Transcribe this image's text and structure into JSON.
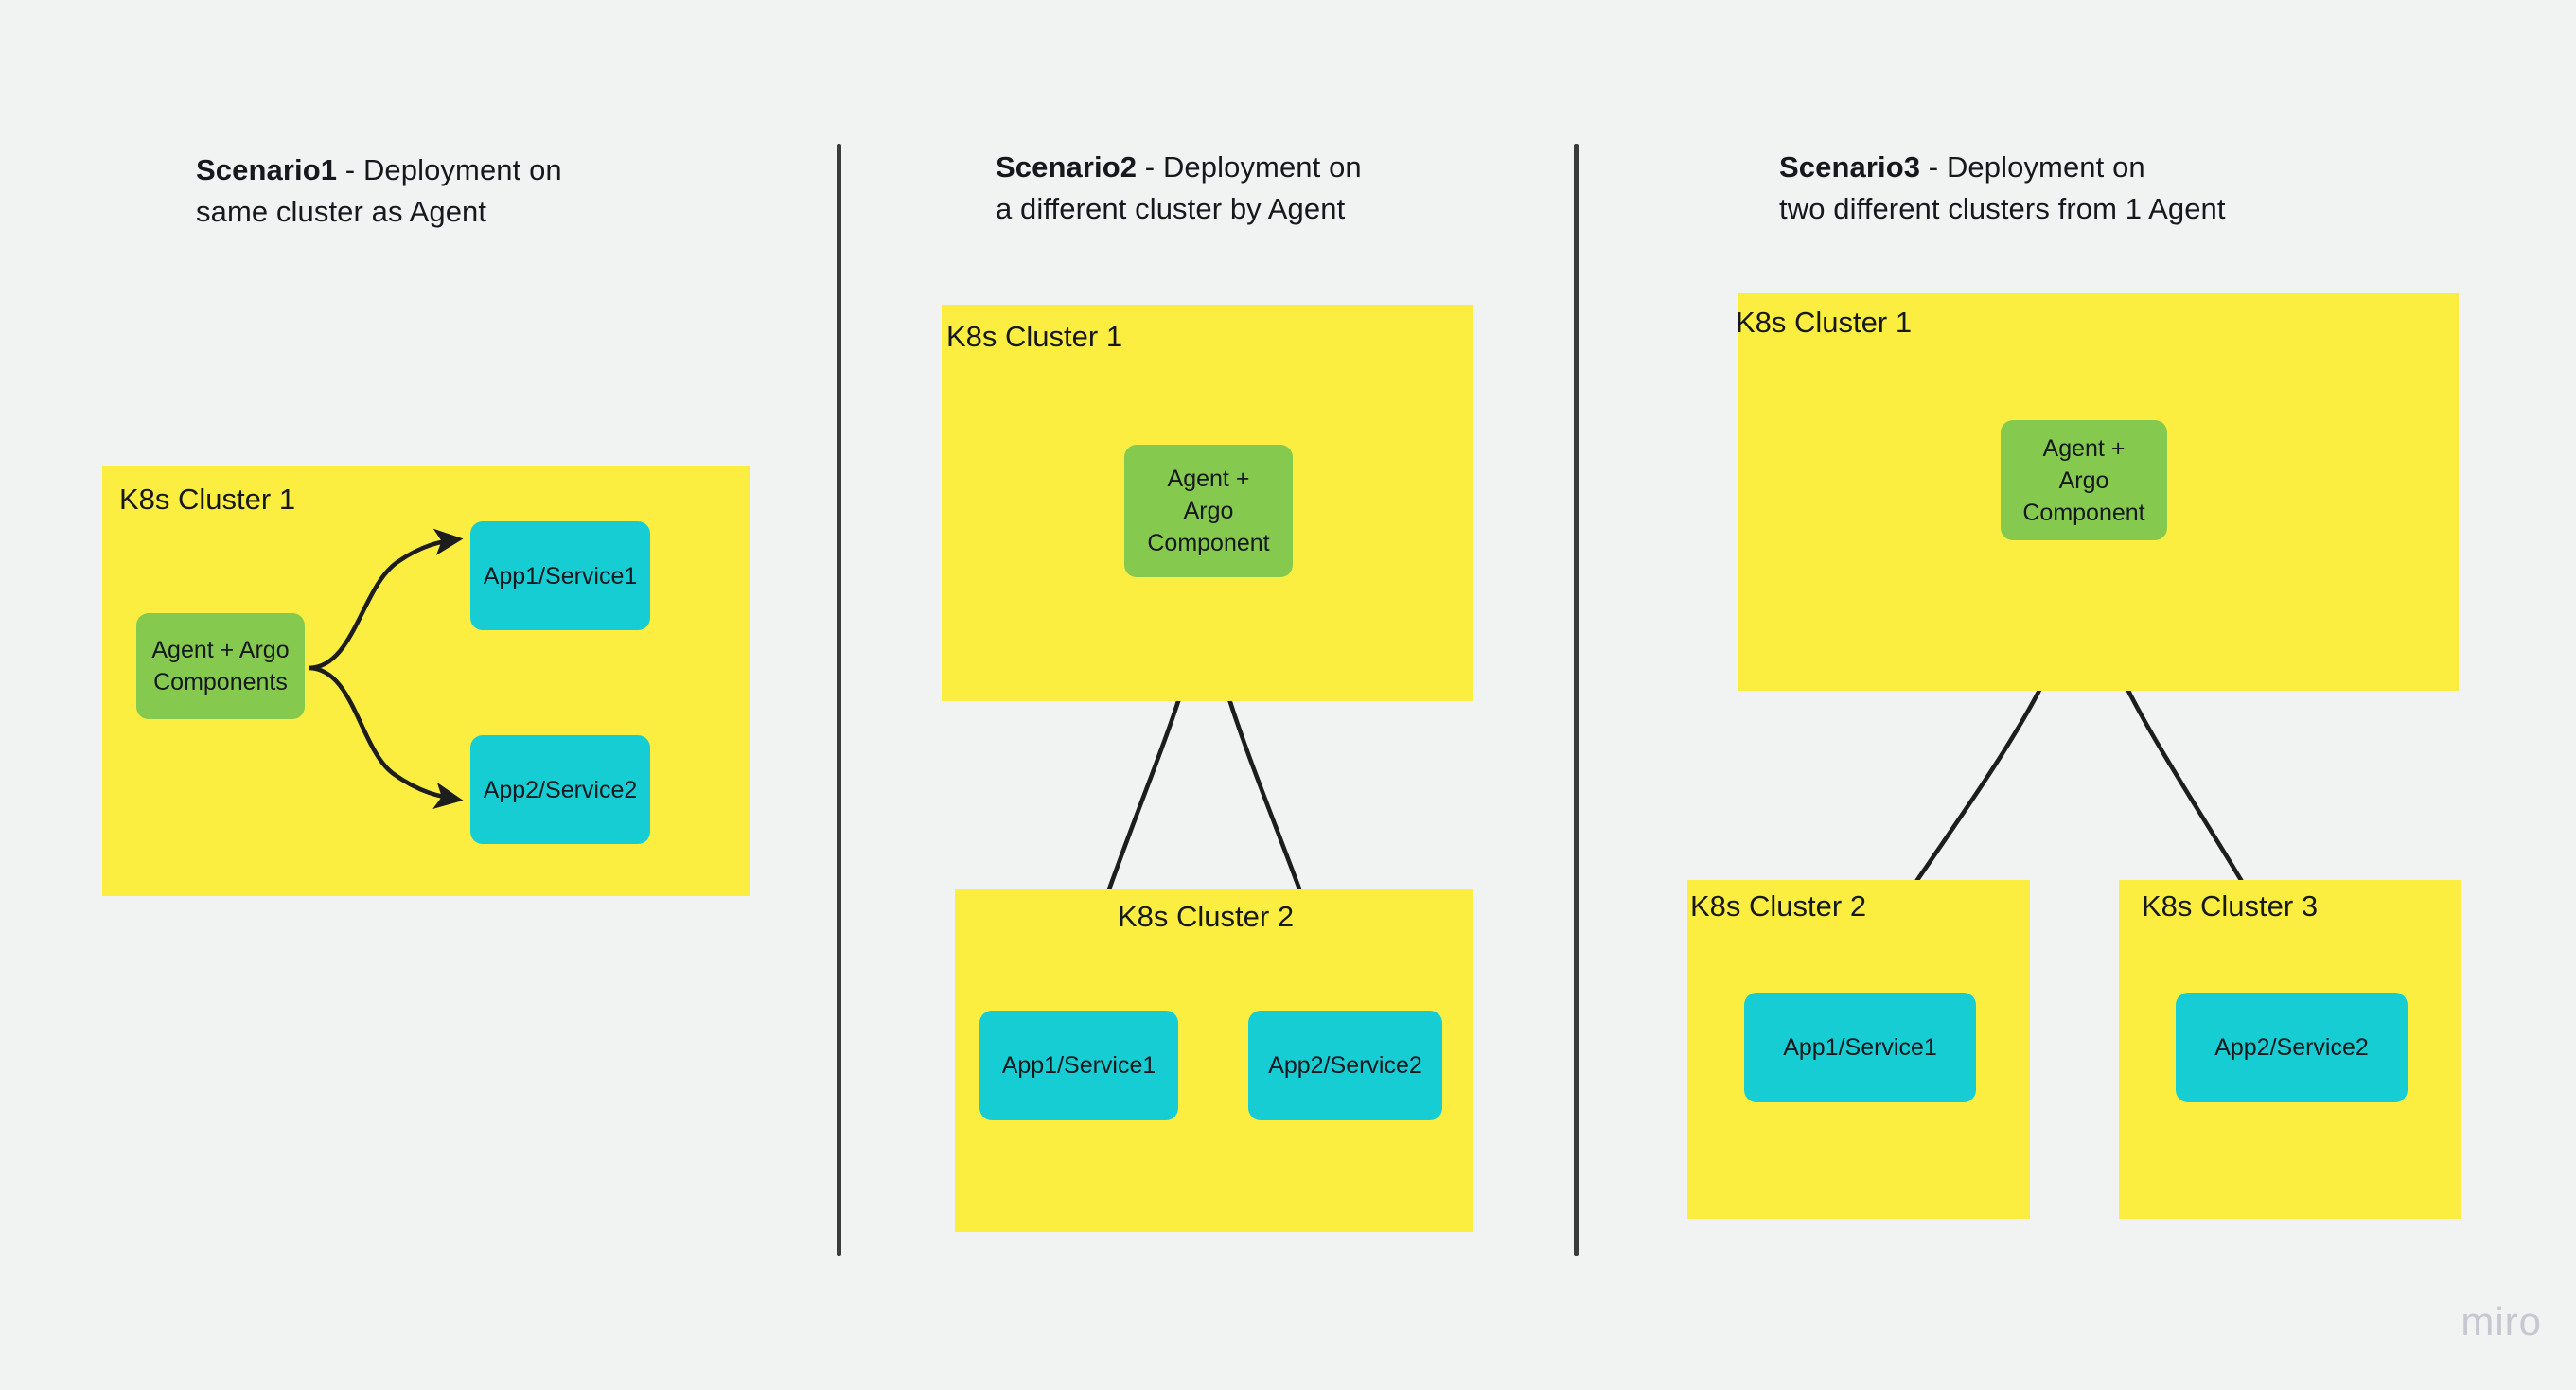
{
  "board": {
    "background_color": "#f1f2f2",
    "watermark": "miro"
  },
  "colors": {
    "cluster_yellow": "#fcee41",
    "agent_green": "#85c94f",
    "app_cyan": "#17cdd4",
    "divider": "#3b3b3b",
    "text": "#15181d",
    "watermark": "#c7c7d1"
  },
  "panels": [
    {
      "id": "scenario1",
      "title_strong": "Scenario1",
      "title_rest": " - Deployment on\nsame cluster as Agent",
      "clusters": [
        {
          "label": "K8s Cluster 1"
        }
      ],
      "nodes": [
        {
          "label": "Agent + Argo\nComponents",
          "kind": "agent"
        },
        {
          "label": "App1/Service1",
          "kind": "app"
        },
        {
          "label": "App2/Service2",
          "kind": "app"
        }
      ]
    },
    {
      "id": "scenario2",
      "title_strong": "Scenario2",
      "title_rest": " - Deployment on\na different cluster by Agent",
      "clusters": [
        {
          "label": "K8s Cluster 1"
        },
        {
          "label": "K8s Cluster 2"
        }
      ],
      "nodes": [
        {
          "label": "Agent +\nArgo\nComponent",
          "kind": "agent"
        },
        {
          "label": "App1/Service1",
          "kind": "app"
        },
        {
          "label": "App2/Service2",
          "kind": "app"
        }
      ]
    },
    {
      "id": "scenario3",
      "title_strong": "Scenario3",
      "title_rest": " - Deployment on\ntwo different clusters from 1 Agent",
      "clusters": [
        {
          "label": "K8s Cluster 1"
        },
        {
          "label": "K8s Cluster 2"
        },
        {
          "label": "K8s Cluster 3"
        }
      ],
      "nodes": [
        {
          "label": "Agent +\nArgo\nComponent",
          "kind": "agent"
        },
        {
          "label": "App1/Service1",
          "kind": "app"
        },
        {
          "label": "App2/Service2",
          "kind": "app"
        }
      ]
    }
  ]
}
